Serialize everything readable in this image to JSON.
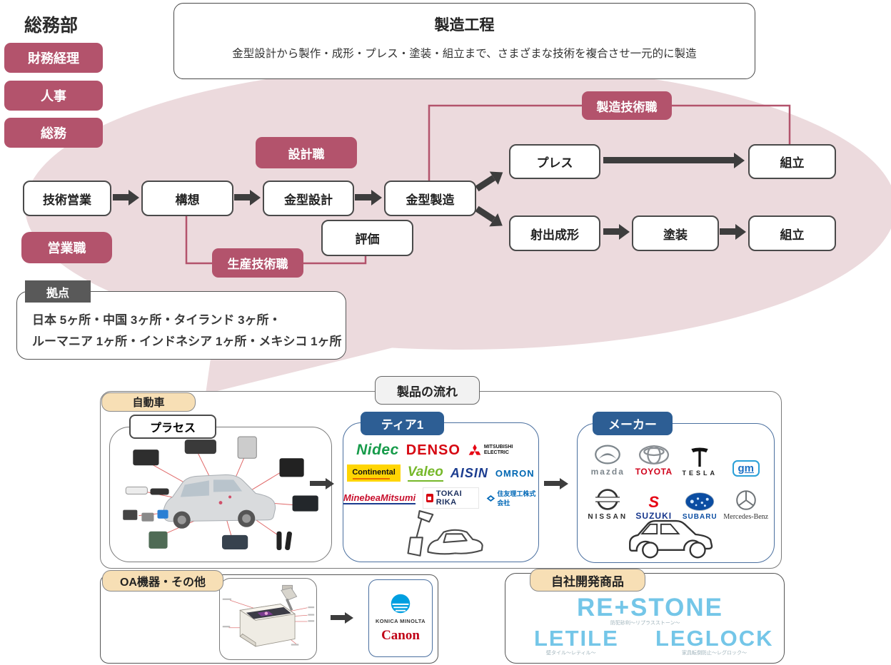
{
  "dept": {
    "title": "総務部",
    "items": [
      {
        "label": "財務経理"
      },
      {
        "label": "人事"
      },
      {
        "label": "総務"
      }
    ]
  },
  "process": {
    "title": "製造工程",
    "subtitle": "金型設計から製作・成形・プレス・塗装・組立まで、さまざまな技術を複合させ一元的に製造"
  },
  "flow": {
    "nodes": [
      {
        "label": "技術営業"
      },
      {
        "label": "構想"
      },
      {
        "label": "金型設計"
      },
      {
        "label": "金型製造"
      },
      {
        "label": "プレス"
      },
      {
        "label": "組立"
      },
      {
        "label": "射出成形"
      },
      {
        "label": "塗装"
      },
      {
        "label": "組立"
      },
      {
        "label": "評価"
      }
    ],
    "roles": [
      {
        "label": "設計職"
      },
      {
        "label": "製造技術職"
      },
      {
        "label": "営業職"
      },
      {
        "label": "生産技術職"
      }
    ]
  },
  "locations": {
    "badge": "拠点",
    "line1": "日本 5ヶ所・中国 3ヶ所・タイランド 3ヶ所・",
    "line2": "ルーマニア 1ヶ所・インドネシア 1ヶ所・メキシコ 1ヶ所"
  },
  "product_flow": {
    "title": "製品の流れ",
    "automobile": {
      "label": "自動車",
      "process_label": "プラセス",
      "tier1": {
        "label": "ティア1",
        "logos": [
          "Nidec",
          "DENSO",
          "MITSUBISHI ELECTRIC",
          "Continental",
          "Valeo",
          "AISIN",
          "OMRON",
          "MinebeaMitsumi",
          "TOKAI RIKA",
          "住友理工株式会社"
        ]
      },
      "maker": {
        "label": "メーカー",
        "logos": [
          "mazda",
          "TOYOTA",
          "TESLA",
          "gm",
          "NISSAN",
          "SUZUKI",
          "SUBARU",
          "Mercedes-Benz"
        ]
      }
    },
    "oa": {
      "label": "OA機器・その他",
      "brands": [
        "KONICA MINOLTA",
        "Canon"
      ]
    },
    "inhouse": {
      "label": "自社開発商品",
      "products": [
        {
          "name": "RE+STONE",
          "caption": "防犯砂利〜リプラスストーン〜"
        },
        {
          "name": "LETILE",
          "caption": "壁タイル〜レティル〜"
        },
        {
          "name": "LEGLOCK",
          "caption": "家具転倒防止〜レグロック〜"
        }
      ]
    }
  },
  "colors": {
    "accent_pink": "#b3536c",
    "ellipse_pink": "#ecdadd",
    "badge_dark": "#595959",
    "badge_tan": "#f7dfb5",
    "badge_blue": "#2d5e94",
    "product_blue": "#74c6e8"
  }
}
